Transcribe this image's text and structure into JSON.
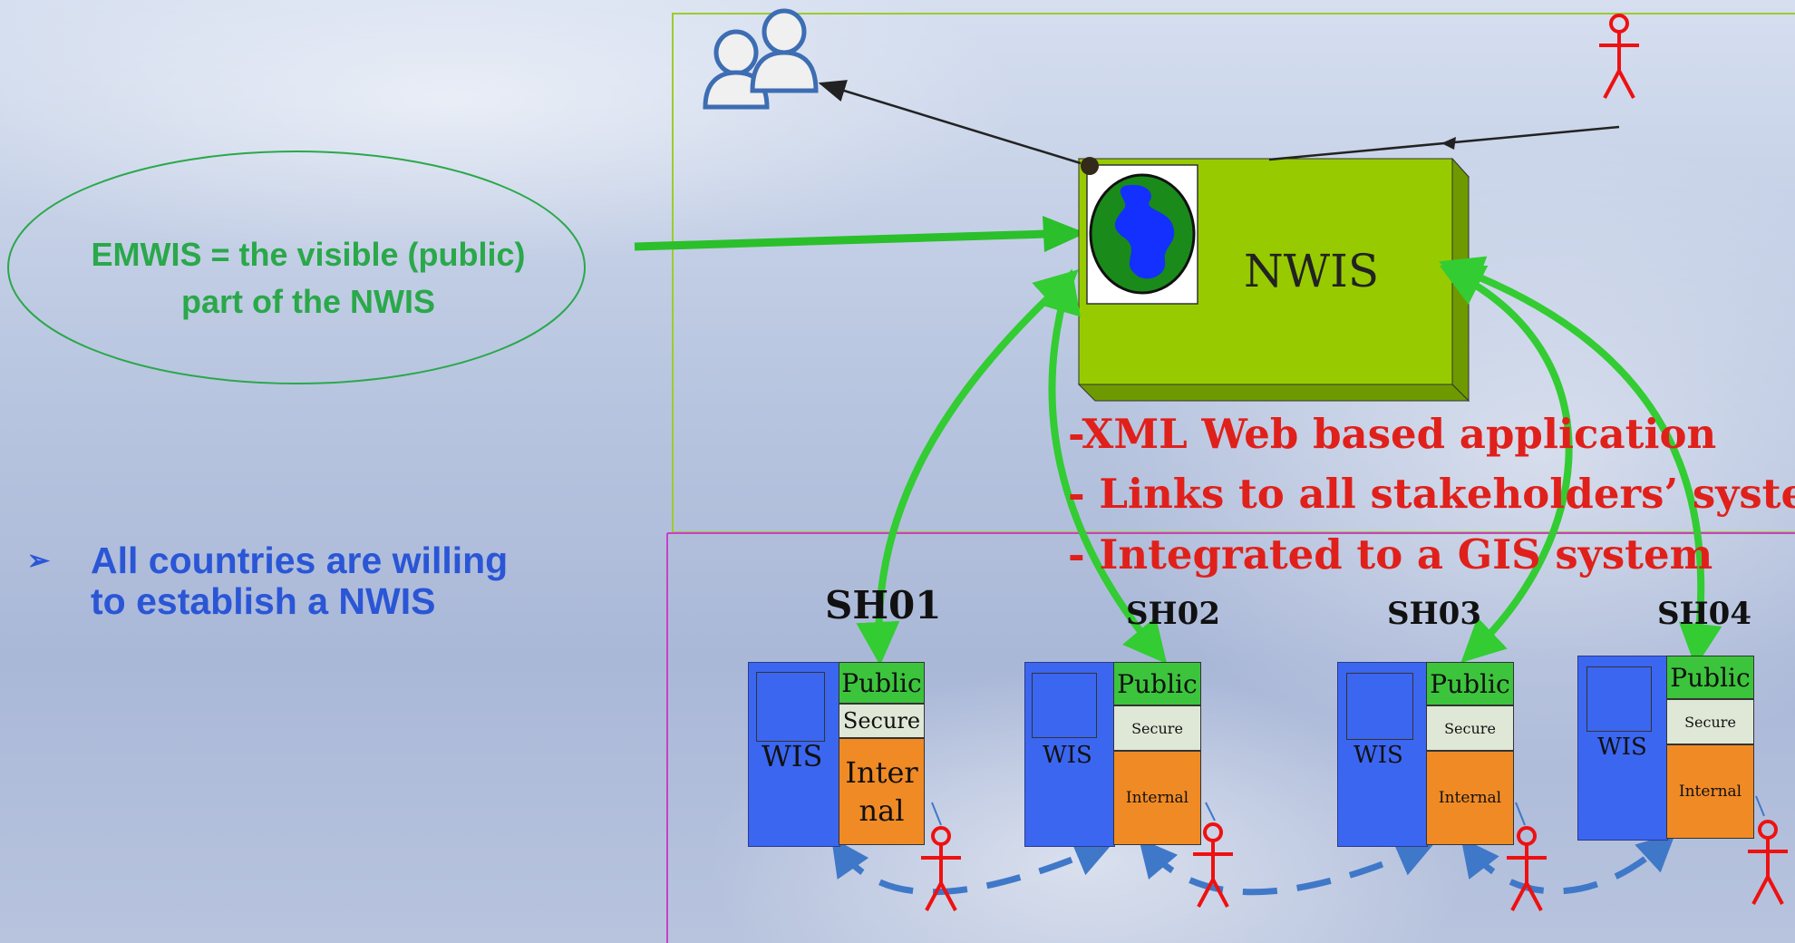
{
  "callout": {
    "line1": "EMWIS = the visible (public)",
    "line2": "part of the NWIS"
  },
  "bullet": {
    "marker": "➢",
    "line1": "All countries are willing",
    "line2": "to establish a NWIS"
  },
  "nwis": {
    "label": "NWIS"
  },
  "features": [
    "-XML Web based application",
    "- Links to all stakeholders’ systems",
    "- Integrated to a GIS system"
  ],
  "stakeholders": [
    {
      "name": "SH01",
      "wis": "WIS",
      "public": "Public",
      "secure": "Secure",
      "internal_1": "Inter",
      "internal_2": "nal"
    },
    {
      "name": "SH02",
      "wis": "WIS",
      "public": "Public",
      "secure": "Secure",
      "internal_1": "Internal",
      "internal_2": ""
    },
    {
      "name": "SH03",
      "wis": "WIS",
      "public": "Public",
      "secure": "Secure",
      "internal_1": "Internal",
      "internal_2": ""
    },
    {
      "name": "SH04",
      "wis": "WIS",
      "public": "Public",
      "secure": "Secure",
      "internal_1": "Internal",
      "internal_2": ""
    }
  ],
  "colors": {
    "nwis_box": "#97cb00",
    "arrow_green": "#33cc33",
    "actor_red": "#ee1111",
    "feature_red": "#e0201b",
    "dashed_blue": "#3f78c8",
    "public": "#3cc43c",
    "internal": "#f08a25",
    "wis": "#3b66f0"
  },
  "icons": [
    "users-icon",
    "actor-icon",
    "globe-icon"
  ]
}
